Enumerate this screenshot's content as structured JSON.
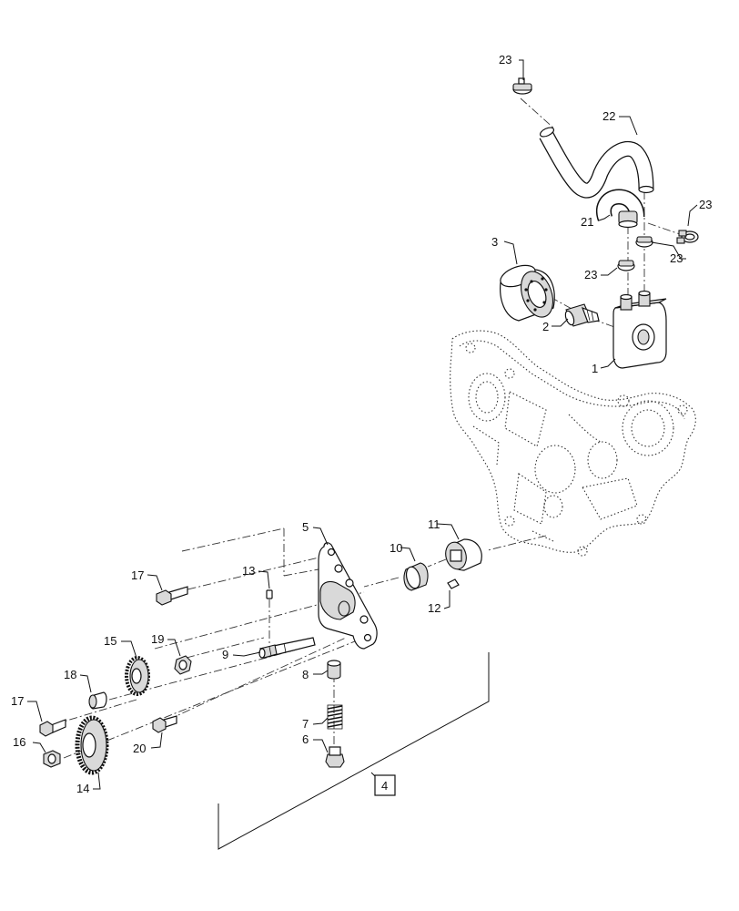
{
  "diagram": {
    "callouts": {
      "c1": "1",
      "c2": "2",
      "c3": "3",
      "c4": "4",
      "c5": "5",
      "c6": "6",
      "c7": "7",
      "c8": "8",
      "c9": "9",
      "c10": "10",
      "c11": "11",
      "c12": "12",
      "c13": "13",
      "c14": "14",
      "c15": "15",
      "c16": "16",
      "c17a": "17",
      "c17b": "17",
      "c18": "18",
      "c19": "19",
      "c20": "20",
      "c21": "21",
      "c22": "22",
      "c23a": "23",
      "c23b": "23",
      "c23c": "23",
      "c23d": "23"
    }
  }
}
